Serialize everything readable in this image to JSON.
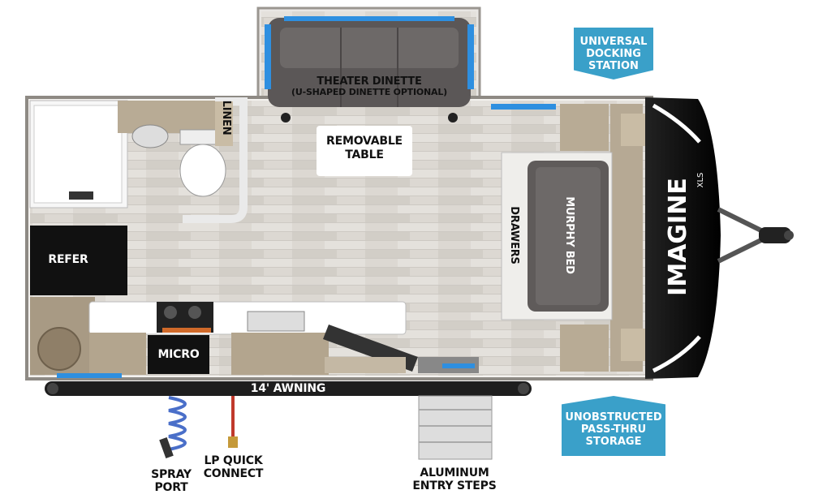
{
  "labels": {
    "theater_dinette": "THEATER DINETTE",
    "theater_dinette_note": "(U-SHAPED DINETTE OPTIONAL)",
    "removable_table_1": "REMOVABLE",
    "removable_table_2": "TABLE",
    "linen": "LINEN",
    "refer": "REFER",
    "micro": "MICRO",
    "drawers": "DRAWERS",
    "murphy_bed": "MURPHY BED",
    "awning": "14' AWNING",
    "spray_port_1": "SPRAY",
    "spray_port_2": "PORT",
    "lp_quick_connect_1": "LP QUICK",
    "lp_quick_connect_2": "CONNECT",
    "aluminum_steps_1": "ALUMINUM",
    "aluminum_steps_2": "ENTRY STEPS"
  },
  "callouts": {
    "docking_1": "UNIVERSAL",
    "docking_2": "DOCKING",
    "docking_3": "STATION",
    "storage_1": "UNOBSTRUCTED",
    "storage_2": "PASS-THRU",
    "storage_3": "STORAGE"
  },
  "brand": {
    "name": "IMAGINE",
    "model": "XLS"
  },
  "colors": {
    "callout_blue": "#3aa0c9",
    "floor": "#d9d5cf",
    "cabinet": "#a89a84",
    "sofa": "#5b5757",
    "led_blue": "#2e8fe0"
  }
}
